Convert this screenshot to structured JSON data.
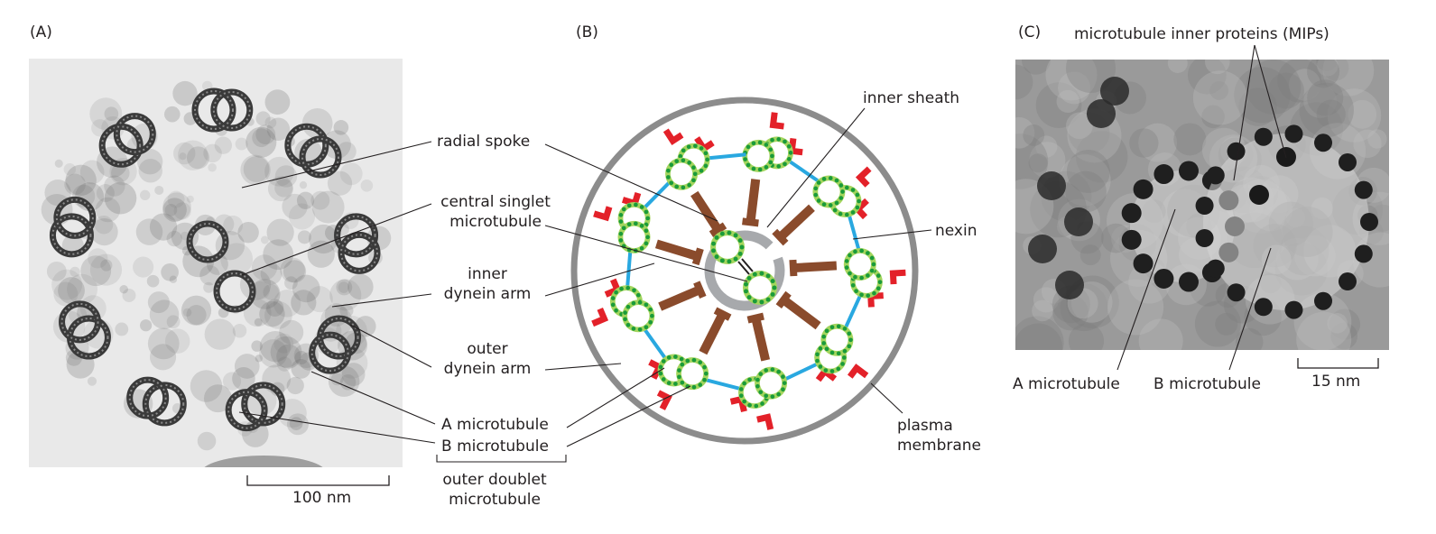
{
  "panels": {
    "a": "(A)",
    "b": "(B)",
    "c": "(C)"
  },
  "labels": {
    "radial_spoke": "radial spoke",
    "central_singlet_1": "central singlet",
    "central_singlet_2": "microtubule",
    "inner_dynein_1": "inner",
    "inner_dynein_2": "dynein arm",
    "outer_dynein_1": "outer",
    "outer_dynein_2": "dynein arm",
    "a_microtubule": "A microtubule",
    "b_microtubule": "B microtubule",
    "outer_doublet_1": "outer doublet",
    "outer_doublet_2": "microtubule",
    "inner_sheath": "inner sheath",
    "nexin": "nexin",
    "plasma_1": "plasma",
    "plasma_2": "membrane",
    "mips": "microtubule inner proteins (MIPs)",
    "c_a_microtubule": "A microtubule",
    "c_b_microtubule": "B microtubule"
  },
  "scale_bars": {
    "a": "100 nm",
    "c": "15 nm"
  },
  "colors": {
    "tubule_outer": "#a4d55e",
    "tubule_inner": "#ffffff",
    "protofilament": "#1a9b3a",
    "spoke": "#8a4b2c",
    "dynein": "#e32129",
    "nexin_link": "#29a8e0",
    "sheath": "#a7a9ac",
    "membrane": "#8c8c8c",
    "leader": "#231f20"
  }
}
